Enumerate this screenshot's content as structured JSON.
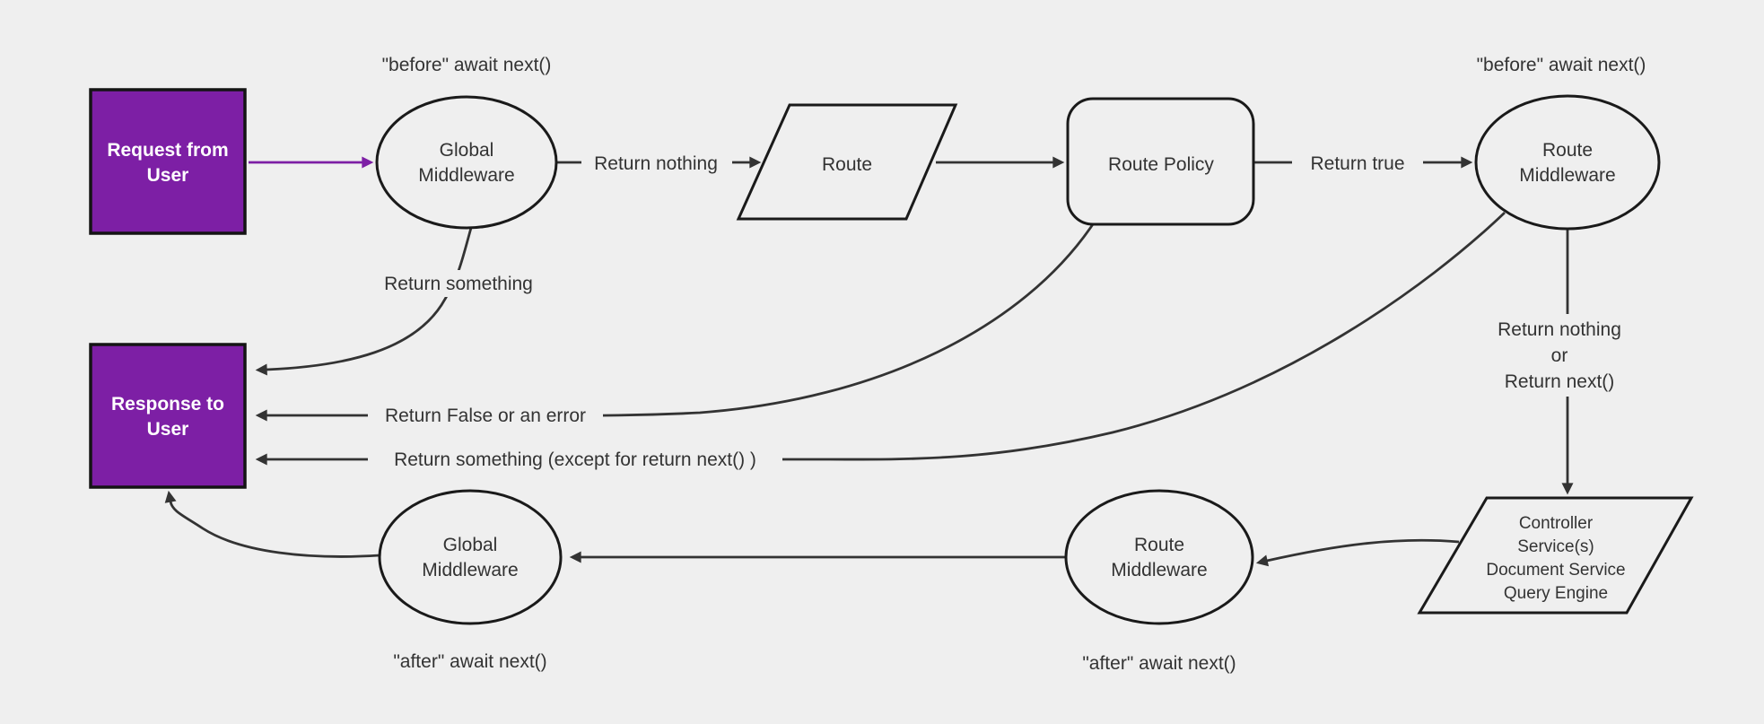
{
  "diagram": {
    "background_color": "#efefef",
    "accent_purple": "#7d1fa5",
    "line_color": "#333333",
    "nodes": {
      "request_from_user": {
        "lines": [
          "Request from",
          "User"
        ]
      },
      "global_middleware_top": {
        "lines": [
          "Global",
          "Middleware"
        ]
      },
      "route": {
        "label": "Route"
      },
      "route_policy": {
        "label": "Route Policy"
      },
      "route_middleware_top": {
        "lines": [
          "Route",
          "Middleware"
        ]
      },
      "controller_services": {
        "lines": [
          "Controller",
          "Service(s)",
          "Document Service",
          "Query Engine"
        ]
      },
      "route_middleware_bottom": {
        "lines": [
          "Route",
          "Middleware"
        ]
      },
      "global_middleware_bottom": {
        "lines": [
          "Global",
          "Middleware"
        ]
      },
      "response_to_user": {
        "lines": [
          "Response to",
          "User"
        ]
      }
    },
    "edge_labels": {
      "before_await_global": "\"before\" await next()",
      "before_await_route": "\"before\" await next()",
      "return_nothing": "Return nothing",
      "return_true": "Return true",
      "return_something": "Return something",
      "return_false_or_error": "Return False or an error",
      "return_something_except": "Return something (except for return next() )",
      "return_nothing_or": {
        "lines": [
          "Return nothing",
          "or",
          "Return next()"
        ]
      },
      "after_await_global": "\"after\" await next()",
      "after_await_route": "\"after\" await next()"
    }
  }
}
